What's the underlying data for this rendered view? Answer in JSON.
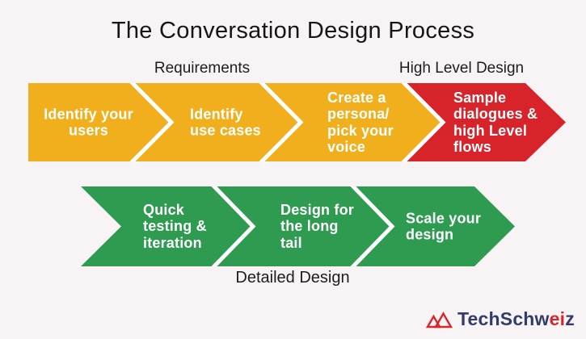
{
  "title": "The Conversation Design Process",
  "phases": {
    "requirements": "Requirements",
    "high_level_design": "High Level Design",
    "detailed_design": "Detailed Design"
  },
  "process": {
    "row1": [
      {
        "label": "Identify your\nusers",
        "color": "#f2af1d"
      },
      {
        "label": "Identify\nuse cases",
        "color": "#f2af1d"
      },
      {
        "label": "Create a\npersona/\npick your\nvoice",
        "color": "#f2af1d"
      },
      {
        "label": "Sample\ndialogues &\nhigh Level\nflows",
        "color": "#d9232b"
      }
    ],
    "row2": [
      {
        "label": "Quick\ntesting &\niteration",
        "color": "#2e9b51"
      },
      {
        "label": "Design for\nthe long\ntail",
        "color": "#2e9b51"
      },
      {
        "label": "Scale your\ndesign",
        "color": "#2e9b51"
      }
    ]
  },
  "logo": {
    "prefix": "TechSchw",
    "accent": "ei",
    "suffix": "z"
  },
  "colors": {
    "background": "#f8f4f6",
    "step_yellow": "#f2af1d",
    "step_red": "#d9232b",
    "step_green": "#2e9b51",
    "arrow_divider": "#ffffff",
    "step_text": "#ffffff",
    "heading_text": "#161616",
    "logo_navy": "#323c6b",
    "logo_red": "#d9252b"
  }
}
